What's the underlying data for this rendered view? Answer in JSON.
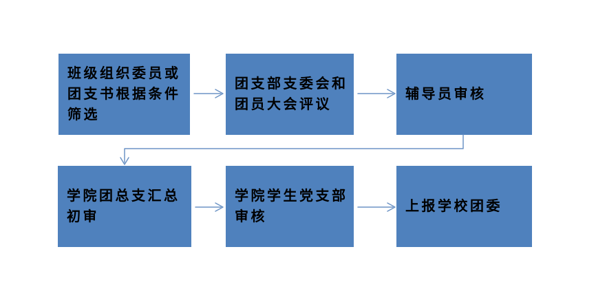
{
  "colors": {
    "box_fill": "#4f81bd",
    "box_text": "#000000",
    "connector": "#6d94c5",
    "page_bg": "#ffffff"
  },
  "flowchart": {
    "boxes": [
      {
        "id": "step-1",
        "label": "班级组织委员或团支书根据条件筛选",
        "lines": [
          "班级组织委员或",
          "团支书根据条件",
          "筛选"
        ]
      },
      {
        "id": "step-2",
        "label": "团支部支委会和团员大会评议",
        "lines": [
          "团支部支委会和",
          "团员大会评议"
        ]
      },
      {
        "id": "step-3",
        "label": "辅导员审核",
        "lines": [
          "辅导员审核"
        ]
      },
      {
        "id": "step-4",
        "label": "学院团总支汇总初审",
        "lines": [
          "学院团总支汇总",
          "初审"
        ]
      },
      {
        "id": "step-5",
        "label": "学院学生党支部审核",
        "lines": [
          "学院学生党支部",
          "审核"
        ]
      },
      {
        "id": "step-6",
        "label": "上报学校团委",
        "lines": [
          "上报学校团委"
        ]
      }
    ],
    "connectors": [
      {
        "from": "step-1",
        "to": "step-2",
        "type": "straight-arrow"
      },
      {
        "from": "step-2",
        "to": "step-3",
        "type": "straight-arrow"
      },
      {
        "from": "step-3",
        "to": "step-4",
        "type": "elbow-arrow"
      },
      {
        "from": "step-4",
        "to": "step-5",
        "type": "straight-arrow"
      },
      {
        "from": "step-5",
        "to": "step-6",
        "type": "straight-arrow"
      }
    ]
  }
}
